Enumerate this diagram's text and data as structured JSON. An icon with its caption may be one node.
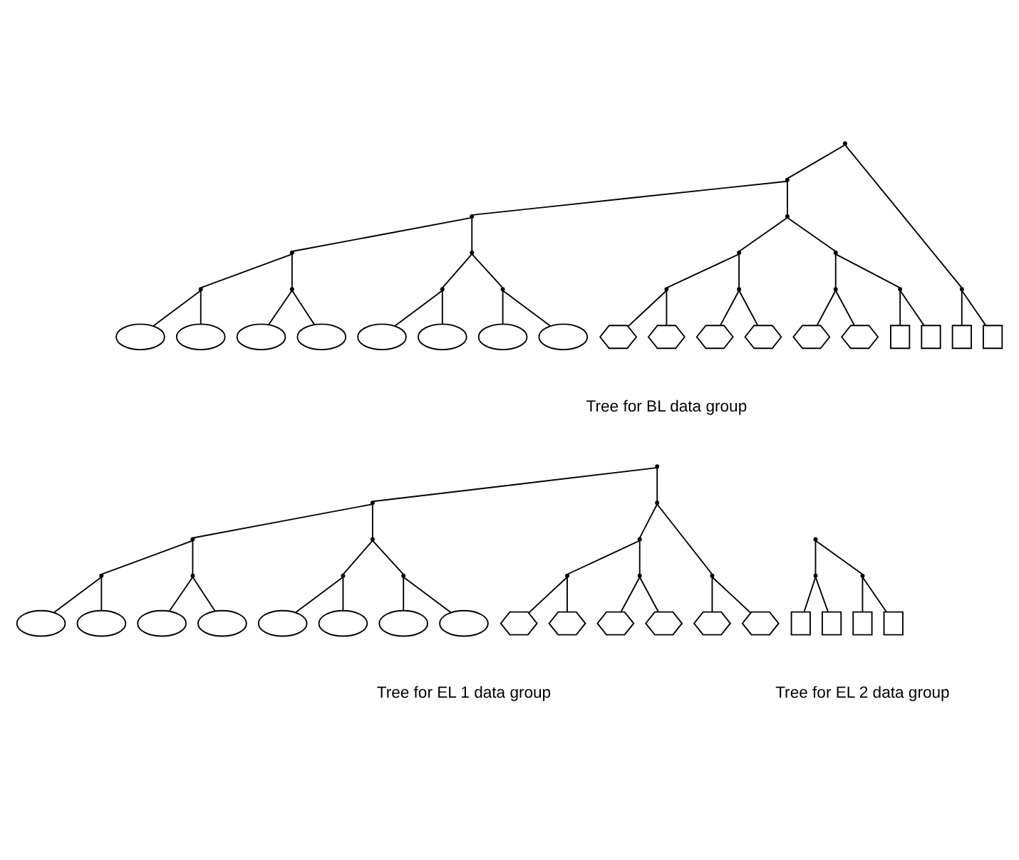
{
  "diagram": {
    "nodes": [
      {
        "text": [],
        "shape": "point"
      },
      {
        "text": [],
        "shape": "point"
      },
      {
        "text": [],
        "shape": "point"
      },
      {
        "text": [],
        "shape": "point"
      },
      {
        "text": [],
        "shape": "point"
      },
      {
        "text": [],
        "shape": "ellipse"
      },
      {
        "text": [],
        "shape": "ellipse"
      },
      {
        "text": [],
        "shape": "point"
      },
      {
        "text": [],
        "shape": "ellipse"
      },
      {
        "text": [],
        "shape": "ellipse"
      },
      {
        "text": [],
        "shape": "point"
      },
      {
        "text": [],
        "shape": "point"
      },
      {
        "text": [],
        "shape": "ellipse"
      },
      {
        "text": [],
        "shape": "ellipse"
      },
      {
        "text": [],
        "shape": "point"
      },
      {
        "text": [],
        "shape": "ellipse"
      },
      {
        "text": [],
        "shape": "ellipse"
      },
      {
        "text": [],
        "shape": "point"
      },
      {
        "text": [],
        "shape": "point"
      },
      {
        "text": [],
        "shape": "point"
      },
      {
        "text": [],
        "shape": "hexagon"
      },
      {
        "text": [],
        "shape": "hexagon"
      },
      {
        "text": [],
        "shape": "point"
      },
      {
        "text": [],
        "shape": "hexagon"
      },
      {
        "text": [],
        "shape": "hexagon"
      },
      {
        "text": [],
        "shape": "point"
      },
      {
        "text": [],
        "shape": "point"
      },
      {
        "text": [],
        "shape": "hexagon"
      },
      {
        "text": [],
        "shape": "hexagon"
      },
      {
        "text": [],
        "shape": "point"
      },
      {
        "text": [],
        "shape": "box"
      },
      {
        "text": [],
        "shape": "box"
      },
      {
        "text": [],
        "shape": "point"
      },
      {
        "text": [],
        "shape": "box"
      },
      {
        "text": [],
        "shape": "box"
      },
      {
        "text": [],
        "shape": "point"
      },
      {
        "text": [],
        "shape": "point"
      },
      {
        "text": [],
        "shape": "point"
      },
      {
        "text": [],
        "shape": "point"
      },
      {
        "text": [],
        "shape": "ellipse"
      },
      {
        "text": [],
        "shape": "ellipse"
      },
      {
        "text": [],
        "shape": "point"
      },
      {
        "text": [],
        "shape": "ellipse"
      },
      {
        "text": [],
        "shape": "ellipse"
      },
      {
        "text": [],
        "shape": "point"
      },
      {
        "text": [],
        "shape": "point"
      },
      {
        "text": [],
        "shape": "ellipse"
      },
      {
        "text": [],
        "shape": "ellipse"
      },
      {
        "text": [],
        "shape": "point"
      },
      {
        "text": [],
        "shape": "ellipse"
      },
      {
        "text": [],
        "shape": "ellipse"
      },
      {
        "text": [],
        "shape": "point"
      },
      {
        "text": [],
        "shape": "point"
      },
      {
        "text": [],
        "shape": "point"
      },
      {
        "text": [],
        "shape": "hexagon"
      },
      {
        "text": [],
        "shape": "hexagon"
      },
      {
        "text": [],
        "shape": "point"
      },
      {
        "text": [],
        "shape": "hexagon"
      },
      {
        "text": [],
        "shape": "hexagon"
      },
      {
        "text": [],
        "shape": "point"
      },
      {
        "text": [],
        "shape": "hexagon"
      },
      {
        "text": [],
        "shape": "hexagon"
      },
      {
        "text": [],
        "shape": "point"
      },
      {
        "text": [],
        "shape": "point"
      },
      {
        "text": [],
        "shape": "box"
      },
      {
        "text": [],
        "shape": "box"
      },
      {
        "text": [],
        "shape": "point"
      },
      {
        "text": [],
        "shape": "box"
      },
      {
        "text": [],
        "shape": "box"
      }
    ],
    "edges": [
      {
        "from": 0,
        "to": 1,
        "arrow": "none"
      },
      {
        "from": 0,
        "to": 32,
        "arrow": "none"
      },
      {
        "from": 1,
        "to": 2,
        "arrow": "none"
      },
      {
        "from": 1,
        "to": 17,
        "arrow": "none"
      },
      {
        "from": 2,
        "to": 3,
        "arrow": "none"
      },
      {
        "from": 2,
        "to": 10,
        "arrow": "none"
      },
      {
        "from": 3,
        "to": 4,
        "arrow": "none"
      },
      {
        "from": 3,
        "to": 7,
        "arrow": "none"
      },
      {
        "from": 4,
        "to": 5,
        "arrow": "none"
      },
      {
        "from": 4,
        "to": 6,
        "arrow": "none"
      },
      {
        "from": 7,
        "to": 8,
        "arrow": "none"
      },
      {
        "from": 7,
        "to": 9,
        "arrow": "none"
      },
      {
        "from": 10,
        "to": 11,
        "arrow": "none"
      },
      {
        "from": 10,
        "to": 14,
        "arrow": "none"
      },
      {
        "from": 11,
        "to": 12,
        "arrow": "none"
      },
      {
        "from": 11,
        "to": 13,
        "arrow": "none"
      },
      {
        "from": 14,
        "to": 15,
        "arrow": "none"
      },
      {
        "from": 14,
        "to": 16,
        "arrow": "none"
      },
      {
        "from": 17,
        "to": 18,
        "arrow": "none"
      },
      {
        "from": 17,
        "to": 25,
        "arrow": "none"
      },
      {
        "from": 18,
        "to": 19,
        "arrow": "none"
      },
      {
        "from": 18,
        "to": 22,
        "arrow": "none"
      },
      {
        "from": 19,
        "to": 20,
        "arrow": "none"
      },
      {
        "from": 19,
        "to": 21,
        "arrow": "none"
      },
      {
        "from": 22,
        "to": 23,
        "arrow": "none"
      },
      {
        "from": 22,
        "to": 24,
        "arrow": "none"
      },
      {
        "from": 25,
        "to": 26,
        "arrow": "none"
      },
      {
        "from": 25,
        "to": 29,
        "arrow": "none"
      },
      {
        "from": 26,
        "to": 27,
        "arrow": "none"
      },
      {
        "from": 26,
        "to": 28,
        "arrow": "none"
      },
      {
        "from": 29,
        "to": 30,
        "arrow": "none"
      },
      {
        "from": 29,
        "to": 31,
        "arrow": "none"
      },
      {
        "from": 32,
        "to": 33,
        "arrow": "none"
      },
      {
        "from": 32,
        "to": 34,
        "arrow": "none"
      },
      {
        "from": 35,
        "to": 36,
        "arrow": "none"
      },
      {
        "from": 35,
        "to": 51,
        "arrow": "none"
      },
      {
        "from": 36,
        "to": 37,
        "arrow": "none"
      },
      {
        "from": 36,
        "to": 44,
        "arrow": "none"
      },
      {
        "from": 37,
        "to": 38,
        "arrow": "none"
      },
      {
        "from": 37,
        "to": 41,
        "arrow": "none"
      },
      {
        "from": 38,
        "to": 39,
        "arrow": "none"
      },
      {
        "from": 38,
        "to": 40,
        "arrow": "none"
      },
      {
        "from": 41,
        "to": 42,
        "arrow": "none"
      },
      {
        "from": 41,
        "to": 43,
        "arrow": "none"
      },
      {
        "from": 44,
        "to": 45,
        "arrow": "none"
      },
      {
        "from": 44,
        "to": 48,
        "arrow": "none"
      },
      {
        "from": 45,
        "to": 46,
        "arrow": "none"
      },
      {
        "from": 45,
        "to": 47,
        "arrow": "none"
      },
      {
        "from": 48,
        "to": 49,
        "arrow": "none"
      },
      {
        "from": 48,
        "to": 50,
        "arrow": "none"
      },
      {
        "from": 51,
        "to": 52,
        "arrow": "none"
      },
      {
        "from": 51,
        "to": 59,
        "arrow": "none"
      },
      {
        "from": 52,
        "to": 53,
        "arrow": "none"
      },
      {
        "from": 52,
        "to": 56,
        "arrow": "none"
      },
      {
        "from": 53,
        "to": 54,
        "arrow": "none"
      },
      {
        "from": 53,
        "to": 55,
        "arrow": "none"
      },
      {
        "from": 56,
        "to": 57,
        "arrow": "none"
      },
      {
        "from": 56,
        "to": 58,
        "arrow": "none"
      },
      {
        "from": 59,
        "to": 60,
        "arrow": "none"
      },
      {
        "from": 59,
        "to": 61,
        "arrow": "none"
      },
      {
        "from": 62,
        "to": 63,
        "arrow": "none"
      },
      {
        "from": 62,
        "to": 66,
        "arrow": "none"
      },
      {
        "from": 63,
        "to": 64,
        "arrow": "none"
      },
      {
        "from": 63,
        "to": 65,
        "arrow": "none"
      },
      {
        "from": 66,
        "to": 67,
        "arrow": "none"
      },
      {
        "from": 66,
        "to": 68,
        "arrow": "none"
      }
    ],
    "labels": [
      "Tree for BL data group",
      "Tree for EL 1 data group",
      "Tree for EL 2 data group"
    ]
  }
}
